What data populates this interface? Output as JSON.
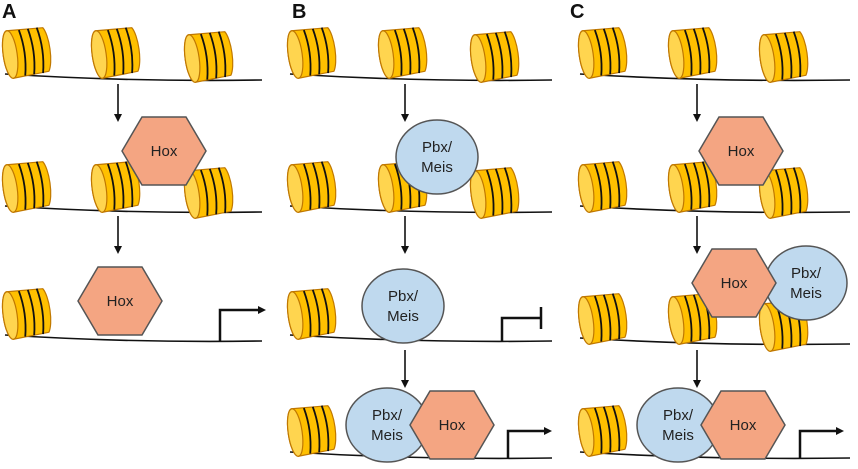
{
  "panels": [
    "A",
    "B",
    "C"
  ],
  "labels": {
    "hox": "Hox",
    "pbx_line1": "Pbx/",
    "pbx_line2": "Meis"
  },
  "colors": {
    "nucleosome_fill": "#FFC000",
    "nucleosome_stroke": "#C07800",
    "hox_fill": "#F4A582",
    "hox_stroke": "#555555",
    "pbx_fill": "#BFD9EE",
    "pbx_stroke": "#555555",
    "dna": "#111111"
  },
  "icons": [
    "nucleosome-icon",
    "dna-strand",
    "transcription-arrow-icon",
    "repression-bar-icon",
    "step-arrow-icon"
  ]
}
